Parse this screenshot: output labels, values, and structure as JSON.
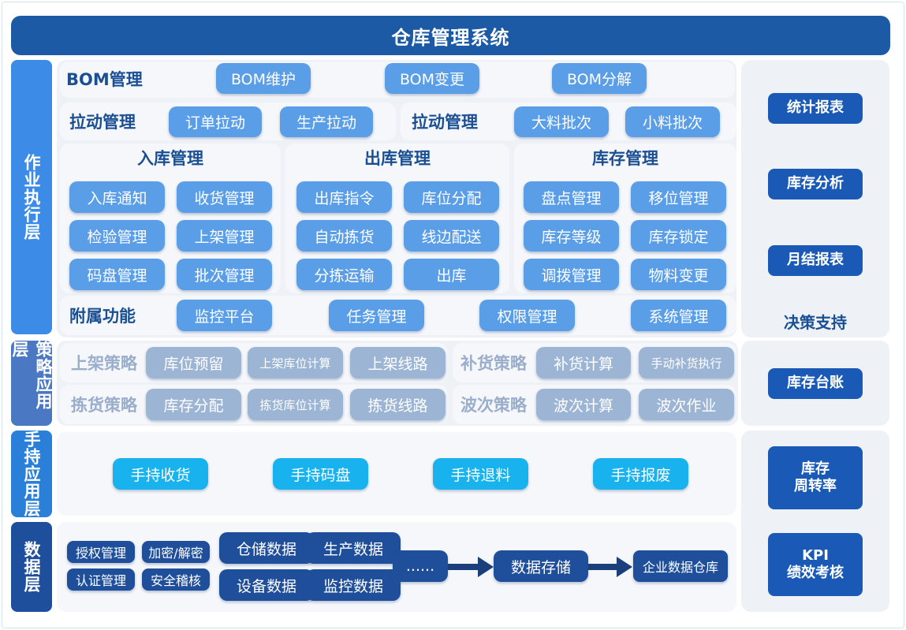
{
  "title": "仓库管理系统",
  "layers": {
    "exec": "作业执行层",
    "strategy": "策略应用层",
    "handheld": "手持应用层",
    "data": "数据层"
  },
  "bom": {
    "title": "BOM管理",
    "buttons": [
      "BOM维护",
      "BOM变更",
      "BOM分解"
    ]
  },
  "pull": {
    "title1": "拉动管理",
    "buttons1": [
      "订单拉动",
      "生产拉动"
    ],
    "title2": "拉动管理",
    "buttons2": [
      "大料批次",
      "小料批次"
    ]
  },
  "inbound": {
    "title": "入库管理",
    "buttons": [
      "入库通知",
      "收货管理",
      "检验管理",
      "上架管理",
      "码盘管理",
      "批次管理"
    ]
  },
  "outbound": {
    "title": "出库管理",
    "buttons": [
      "出库指令",
      "库位分配",
      "自动拣货",
      "线边配送",
      "分拣运输",
      "出库"
    ]
  },
  "inventory": {
    "title": "库存管理",
    "buttons": [
      "盘点管理",
      "移位管理",
      "库存等级",
      "库存锁定",
      "调拨管理",
      "物料变更"
    ]
  },
  "aux": {
    "title": "附属功能",
    "buttons": [
      "监控平台",
      "任务管理",
      "权限管理",
      "系统管理"
    ]
  },
  "strategy": {
    "row1_title1": "上架策略",
    "row1_buttons1": [
      "库位预留",
      "上架库位计算",
      "上架线路"
    ],
    "row1_title2": "补货策略",
    "row1_buttons2": [
      "补货计算",
      "手动补货执行"
    ],
    "row2_title1": "拣货策略",
    "row2_buttons1": [
      "库存分配",
      "拣货库位计算",
      "拣货线路"
    ],
    "row2_title2": "波次策略",
    "row2_buttons2": [
      "波次计算",
      "波次作业"
    ]
  },
  "handheld": {
    "buttons": [
      "手持收货",
      "手持码盘",
      "手持退料",
      "手持报废"
    ]
  },
  "data": {
    "security": [
      "授权管理",
      "加密/解密",
      "认证管理",
      "安全稽核"
    ],
    "sources": [
      "仓储数据",
      "生产数据",
      "设备数据",
      "监控数据"
    ],
    "ellipsis": "......",
    "storage": "数据存储",
    "warehouse": "企业数据仓库"
  },
  "right": {
    "reports": [
      "统计报表",
      "库存分析",
      "月结报表"
    ],
    "decision": "决策支持",
    "ledger": "库存台账",
    "turnover": "库存\n周转率",
    "kpi_line1": "KPI",
    "kpi_line2": "绩效考核"
  }
}
